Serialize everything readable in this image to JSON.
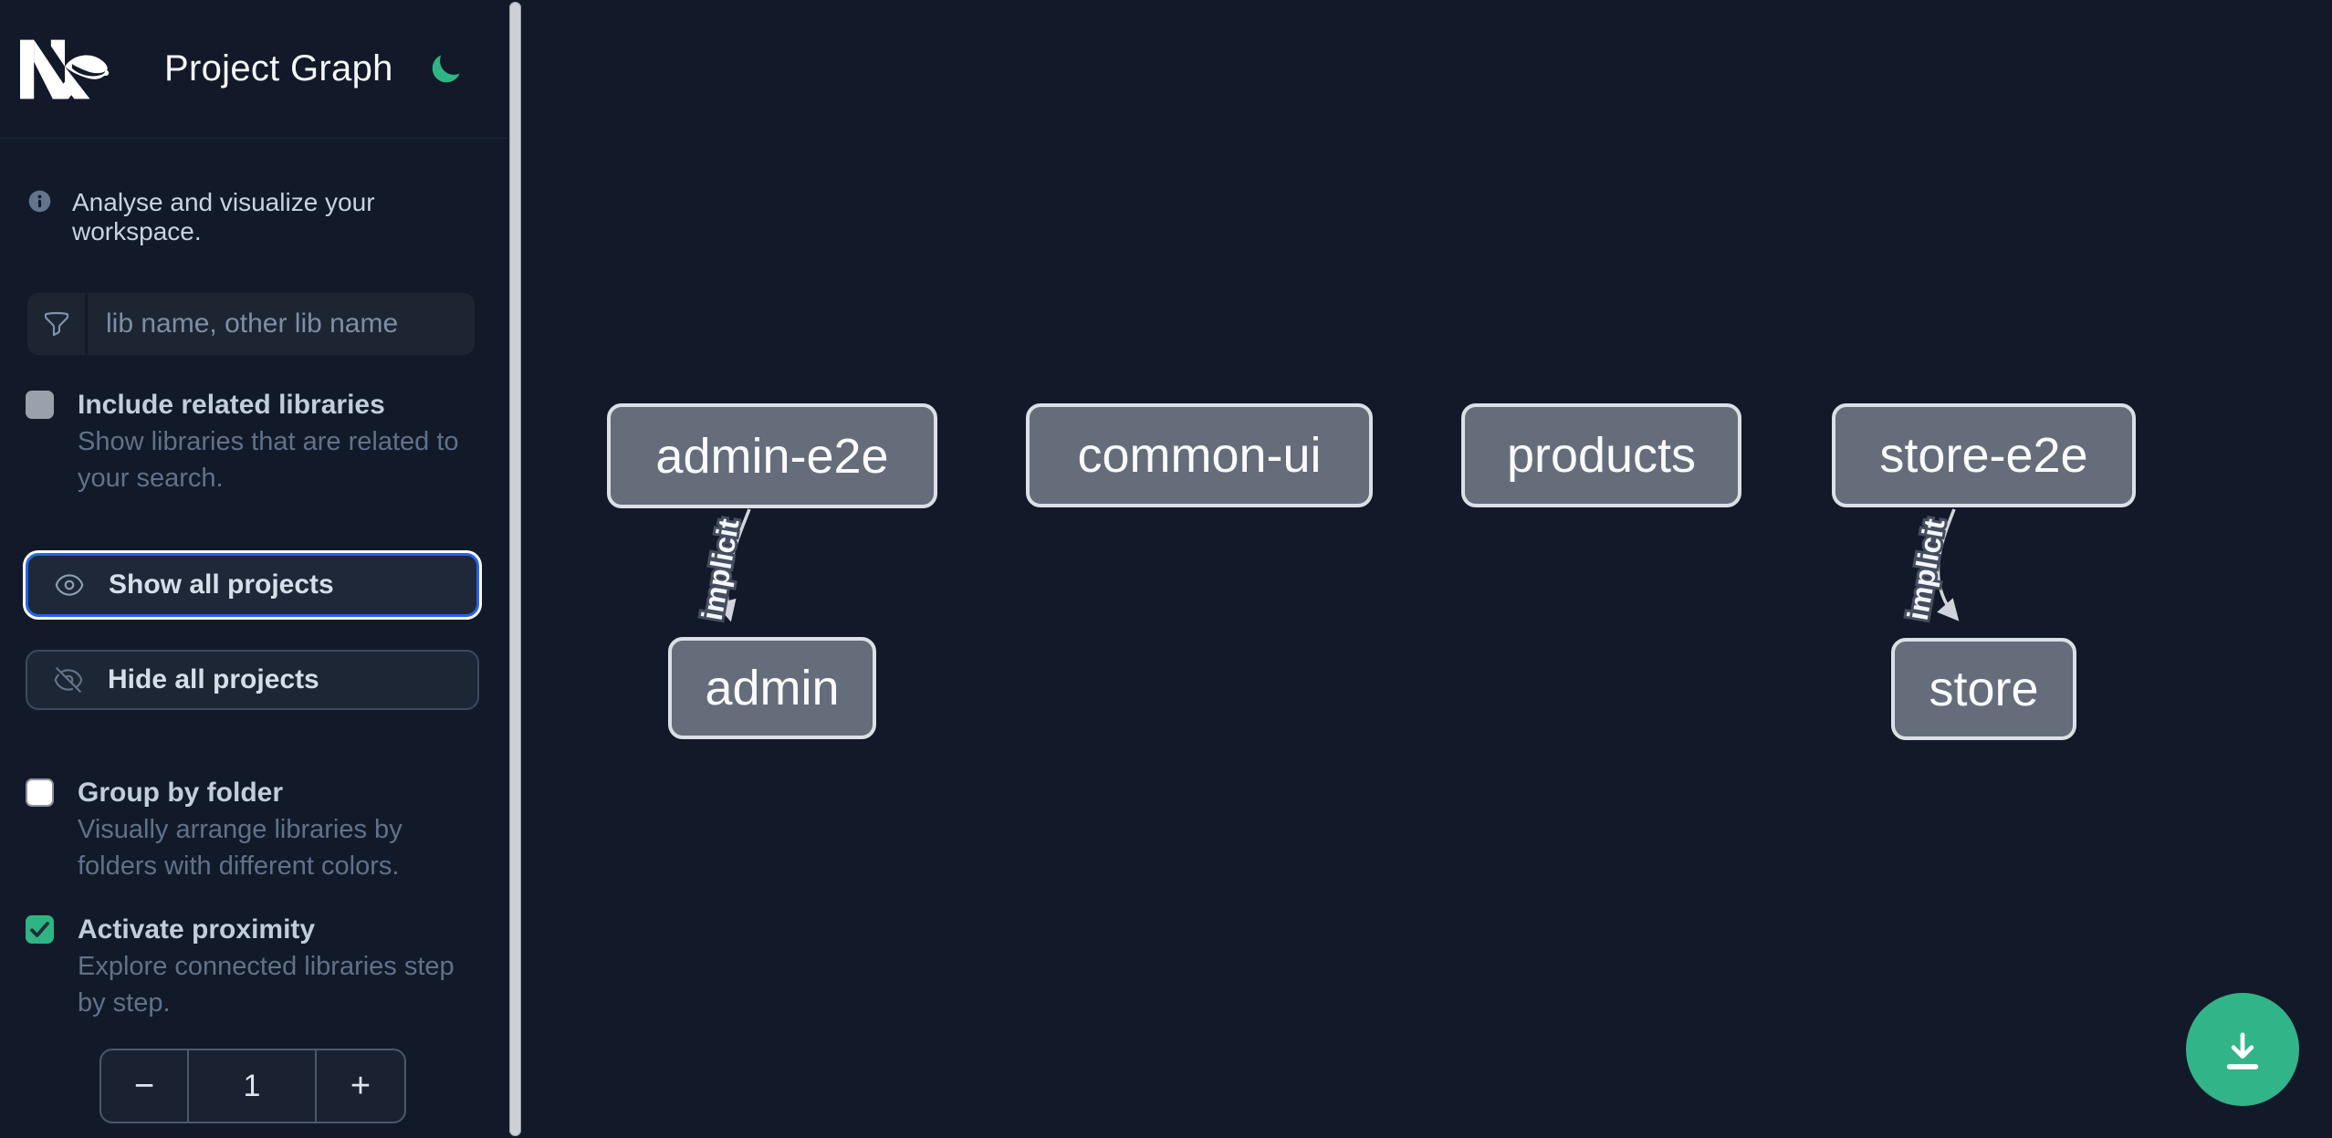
{
  "app": {
    "title": "Project Graph"
  },
  "sidebar": {
    "info_text": "Analyse and visualize your workspace.",
    "filter": {
      "placeholder": "lib name, other lib name"
    },
    "include_related": {
      "label": "Include related libraries",
      "description_lines": [
        "Show libraries that are related to",
        "your search."
      ],
      "checked": false
    },
    "show_all": {
      "label": "Show all projects",
      "focused": true
    },
    "hide_all": {
      "label": "Hide all projects"
    },
    "group_by_folder": {
      "label": "Group by folder",
      "description_lines": [
        "Visually arrange libraries by",
        "folders with different colors."
      ],
      "checked": false
    },
    "activate_proximity": {
      "label": "Activate proximity",
      "description_lines": [
        "Explore connected libraries step",
        "by step."
      ],
      "checked": true
    },
    "proximity_stepper": {
      "decrement_label": "−",
      "value": "1",
      "increment_label": "+"
    }
  },
  "graph": {
    "nodes": [
      {
        "id": "admin-e2e",
        "label": "admin-e2e"
      },
      {
        "id": "common-ui",
        "label": "common-ui"
      },
      {
        "id": "products",
        "label": "products"
      },
      {
        "id": "store-e2e",
        "label": "store-e2e"
      },
      {
        "id": "admin",
        "label": "admin"
      },
      {
        "id": "store",
        "label": "store"
      }
    ],
    "edges": [
      {
        "source": "admin-e2e",
        "target": "admin",
        "label": "implicit",
        "type": "implicit"
      },
      {
        "source": "store-e2e",
        "target": "store",
        "label": "implicit",
        "type": "implicit"
      }
    ]
  },
  "fab": {
    "action": "download"
  },
  "colors": {
    "background": "#121a29",
    "accent_green": "#2eb583",
    "focus_blue": "#2563eb",
    "node_fill": "#656d7b",
    "node_border": "#dce0e6",
    "edge": "#d1d5db"
  }
}
